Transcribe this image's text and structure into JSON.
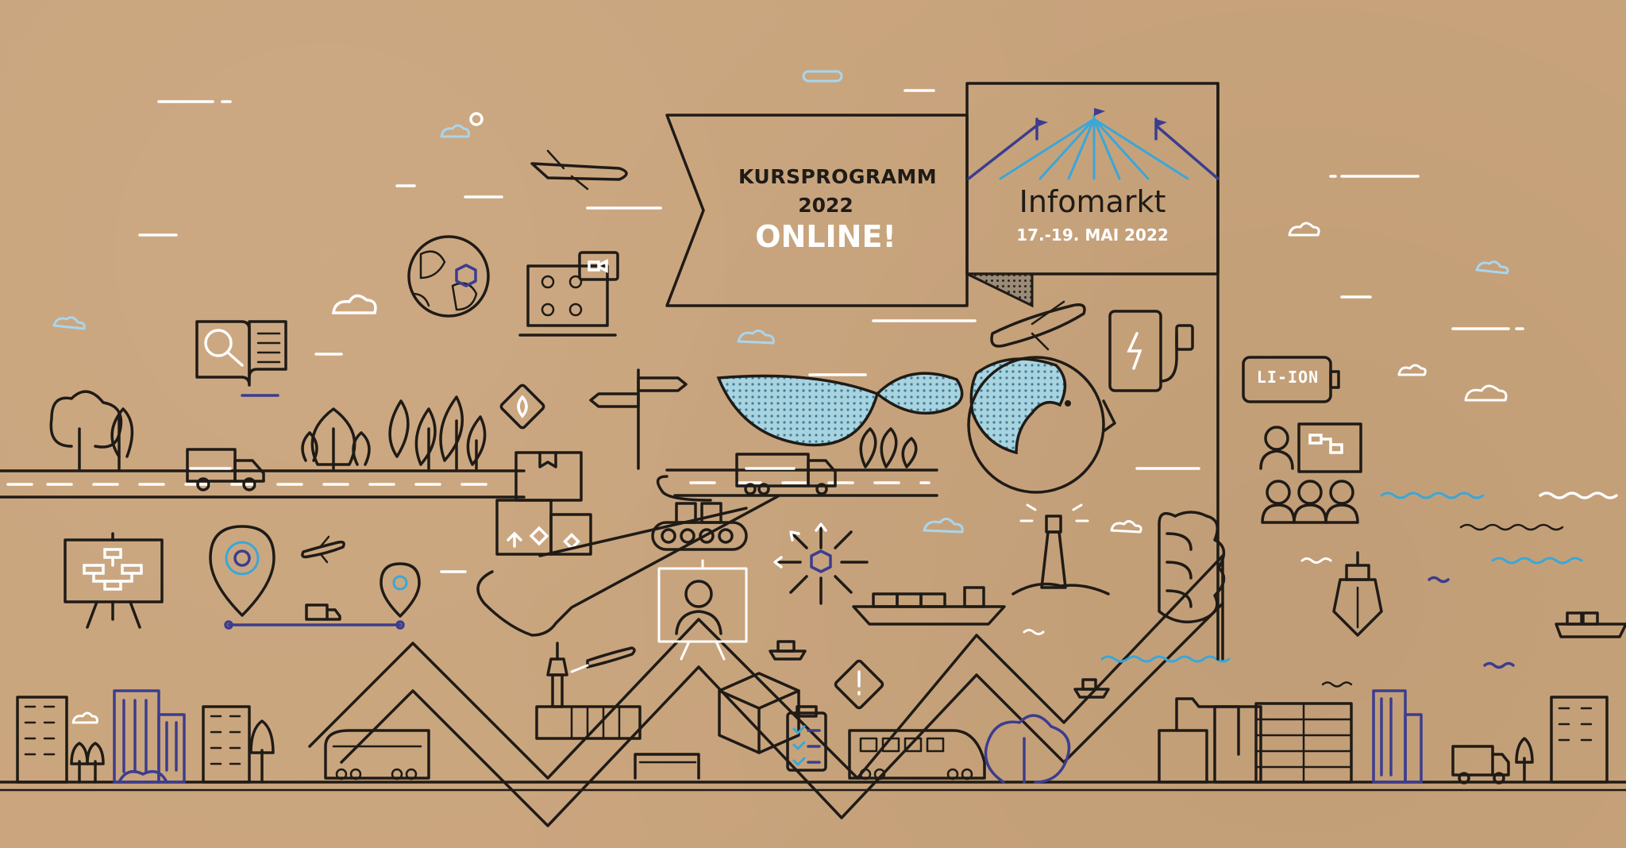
{
  "banner": {
    "line1": "KURSPROGRAMM",
    "line2": "2022",
    "line3": "ONLINE!"
  },
  "infomarkt": {
    "title": "Infomarkt",
    "date": "17.-19. MAI 2022"
  },
  "battery": {
    "label": "LI-ION"
  },
  "colors": {
    "background": "#c9a47c",
    "ink": "#1f1b16",
    "accent_blue": "#3aa7d8",
    "light_blue": "#a8d6ee",
    "navy": "#3c3d8f",
    "white": "#ffffff"
  }
}
